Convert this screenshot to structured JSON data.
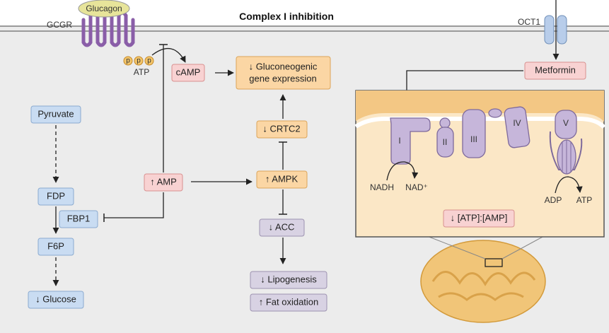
{
  "title": "Complex I inhibition",
  "colors": {
    "background": "#ececec",
    "blue_box": "#c9dcf2",
    "pink_box": "#f8d2d2",
    "orange_box": "#fbd6a4",
    "purple_box": "#d8d2e3",
    "protein": "#c6b6da",
    "mito_fill": "#fbe7c6",
    "glucagon": "#e7e49a",
    "phosphate": "#f3c56a"
  },
  "receptor": {
    "glucagon": "Glucagon",
    "gcgr": "GCGR",
    "p": "p",
    "atp": "ATP"
  },
  "boxes": {
    "camp": "cAMP",
    "gluconeogenic": "↓ Gluconeogenic gene expression",
    "gluconeogenic_line1": "↓ Gluconeogenic",
    "gluconeogenic_line2": "gene expression",
    "crtc2": "↓ CRTC2",
    "amp": "↑ AMP",
    "ampk": "↑ AMPK",
    "acc": "↓ ACC",
    "lipogenesis": "↓ Lipogenesis",
    "fat_oxidation": "↑ Fat oxidation",
    "pyruvate": "Pyruvate",
    "fdp": "FDP",
    "fbp1": "FBP1",
    "f6p": "F6P",
    "glucose": "↓ Glucose",
    "metformin": "Metformin",
    "atp_amp": "↓ [ATP]:[AMP]"
  },
  "transporter": {
    "oct1": "OCT1"
  },
  "complexes": {
    "i": "I",
    "ii": "II",
    "iii": "III",
    "iv": "IV",
    "v": "V"
  },
  "mito_labels": {
    "nadh": "NADH",
    "nad": "NAD⁺",
    "adp": "ADP",
    "atp": "ATP"
  }
}
